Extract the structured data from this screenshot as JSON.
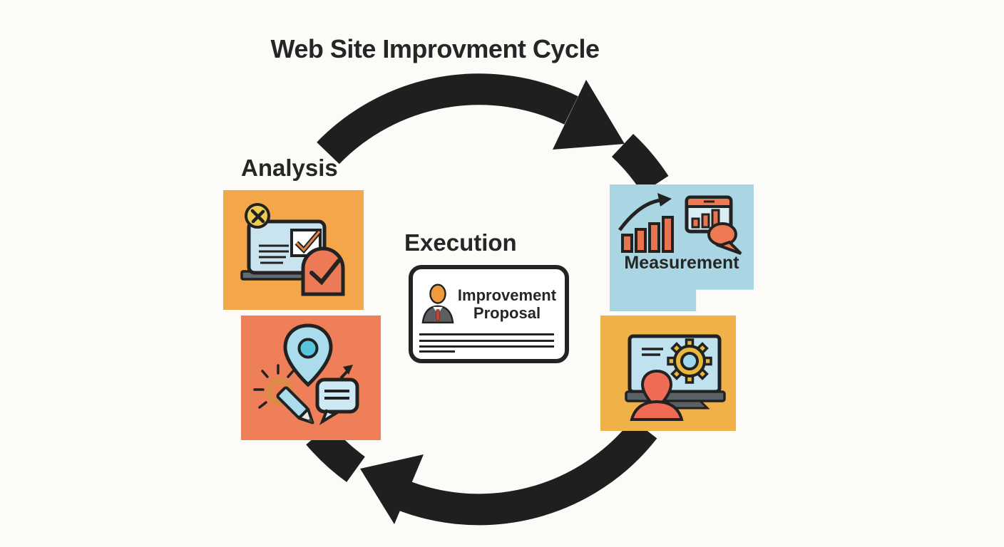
{
  "title": "Web Site Improvment Cycle",
  "labels": {
    "analysis": "Analysis",
    "execution": "Execution",
    "measurement": "Measurement",
    "proposal": "Improvement Proposal"
  },
  "cycle_direction": "clockwise",
  "colors": {
    "background": "#fcfbf8",
    "arrow": "#1f1f1f",
    "analysis_box": "#f3a64a",
    "discovery_box": "#ef7f58",
    "measurement_box": "#a9d6e2",
    "config_box": "#f0b148",
    "card_background": "#ffffff",
    "card_border": "#232323",
    "text": "#262626",
    "icon_orange": "#ed7a52",
    "icon_blue": "#abdcec",
    "icon_yellow": "#e8b83e"
  },
  "icons": {
    "analysis": "laptop-checklist-icon",
    "discovery": "map-pin-pencil-chat-icon",
    "measurement": "rising-bar-chart-browser-icon",
    "config": "monitor-gear-user-icon",
    "proposal": "businessperson-icon"
  }
}
